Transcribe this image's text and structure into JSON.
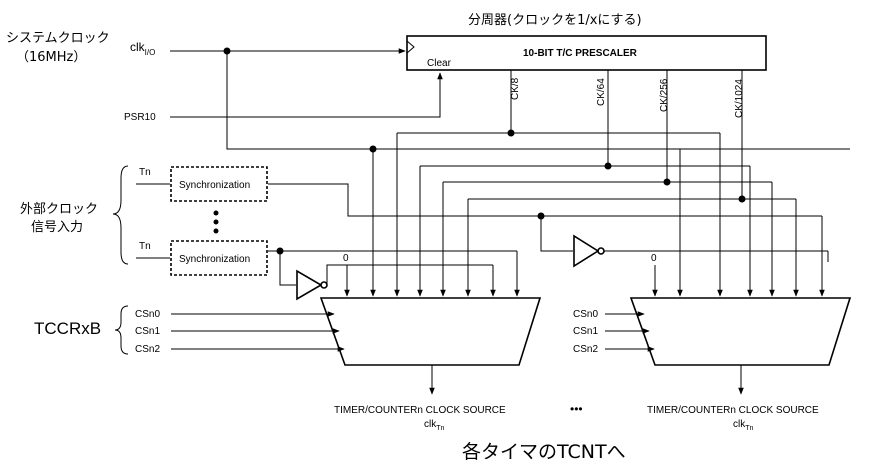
{
  "labels": {
    "system_clock": "システムクロック",
    "system_clock_freq": "（16MHz）",
    "clk_io_main": "clk",
    "clk_io_sub": "I/O",
    "prescaler_caption": "分周器(クロックを1/xにする)",
    "prescaler_name": "10-BIT T/C PRESCALER",
    "clear": "Clear",
    "psr10": "PSR10",
    "taps": [
      "CK/8",
      "CK/64",
      "CK/256",
      "CK/1024"
    ],
    "external_clock_1": "外部クロック",
    "external_clock_2": "信号入力",
    "tn_top": "Tn",
    "tn_bottom": "Tn",
    "sync_top": "Synchronization",
    "sync_bottom": "Synchronization",
    "zero_left": "0",
    "zero_right": "0",
    "tccrxb": "TCCRxB",
    "cs_left": [
      "CSn0",
      "CSn1",
      "CSn2"
    ],
    "cs_right": [
      "CSn0",
      "CSn1",
      "CSn2"
    ],
    "source_left": "TIMER/COUNTERn CLOCK SOURCE",
    "source_right": "TIMER/COUNTERn CLOCK SOURCE",
    "clk_tn_main": "clk",
    "clk_tn_sub": "Tn",
    "ellipsis": "•••",
    "bottom_note": "各タイマのTCNTへ"
  }
}
